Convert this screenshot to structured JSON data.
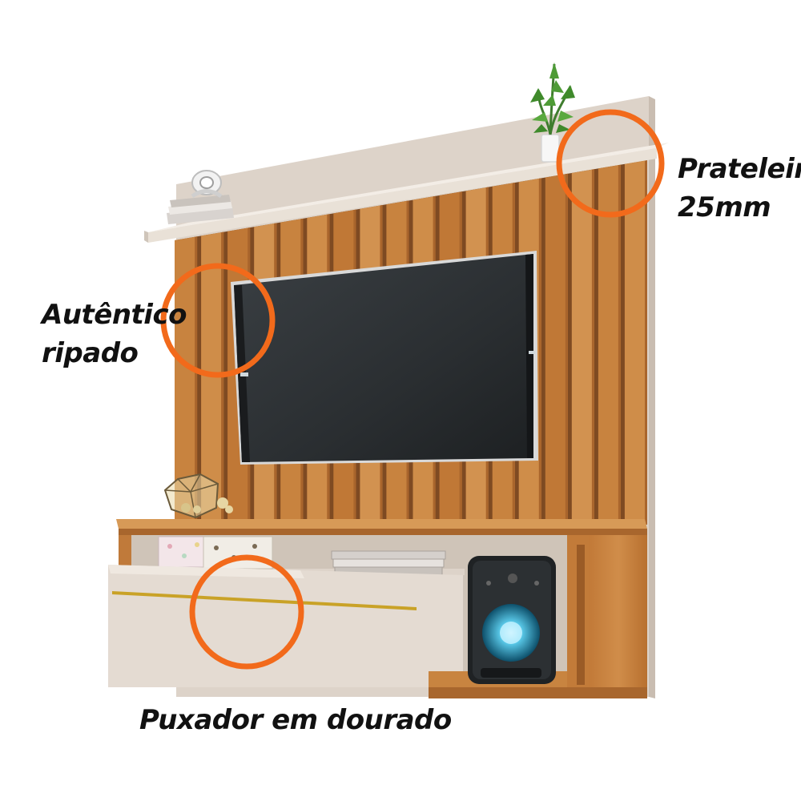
{
  "callouts": {
    "shelf": {
      "line1": "Prateleira",
      "line2": "25mm"
    },
    "slats": {
      "line1": "Autêntico",
      "line2": "ripado"
    },
    "handle": {
      "line1": "Puxador em dourado"
    }
  },
  "colors": {
    "accent_circle": "#f26a1b",
    "wood": "#c8833f",
    "wood_dark": "#8a5226",
    "panel_beige": "#ddd3c9",
    "shelf_beige": "#e6ddd3",
    "drawer_beige": "#e4dbd2",
    "gold_handle": "#c9a227",
    "tv_screen": "#2e3235",
    "label_text": "#111111"
  },
  "icons": {
    "plant": "plant-icon",
    "speaker": "speaker-icon",
    "sculpture": "sculpture-icon",
    "books": "books-icon",
    "terrarium": "terrarium-icon",
    "boxes": "gift-boxes-icon"
  }
}
